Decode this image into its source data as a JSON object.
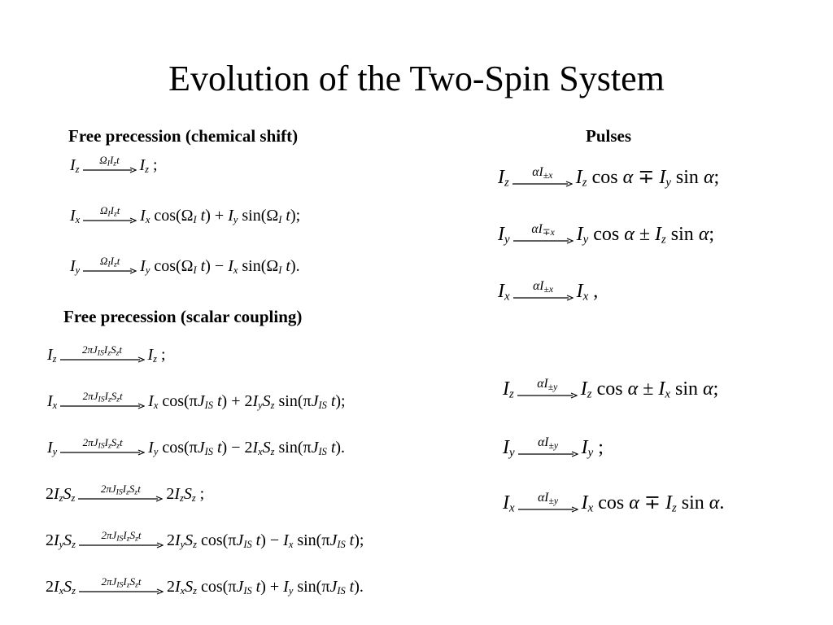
{
  "title": "Evolution of the Two-Spin System",
  "headings": {
    "free_chem": "Free precession (chemical shift)",
    "pulses": "Pulses",
    "free_scalar": "Free precession (scalar coupling)"
  },
  "chem": {
    "label": "ΩIIzt",
    "eq1": "Iz → Iz;",
    "eq2": "Ix → Ix cos(ΩIt) + Iy sin(ΩIt);",
    "eq3": "Iy → Iy cos(ΩIt) − Ix sin(ΩIt)."
  },
  "pulses_x": {
    "label": "αI±x",
    "eq1": "Iz → Iz cos α ∓ Iy sin α;",
    "eq2": "Iy → Iy cos α ± Iz sin α;",
    "eq3": "Ix → Ix ,"
  },
  "pulses_y": {
    "label": "αI±y",
    "eq1": "Iz → Iz cos α ± Ix sin α;",
    "eq2": "Iy → Iy ;",
    "eq3": "Ix → Ix cos α ∓ Iz sin α."
  },
  "scalar": {
    "label": "2πJISIzSzt",
    "eq1": "Iz → Iz;",
    "eq2": "Ix → Ix cos(πJISt) + 2IySz sin(πJISt);",
    "eq3": "Iy → Iy cos(πJISt) − 2IxSz sin(πJISt).",
    "eq4": "2IzSz → 2IzSz;",
    "eq5": "2IySz → 2IySz cos(πJISt) − Ix sin(πJISt);",
    "eq6": "2IxSz → 2IxSz cos(πJISt) + Iy sin(πJISt)."
  }
}
